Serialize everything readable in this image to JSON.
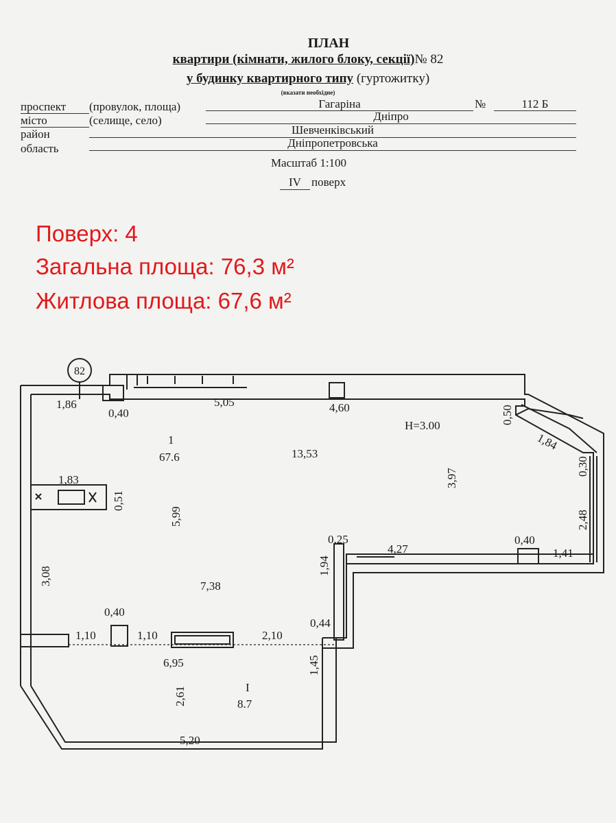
{
  "header": {
    "title": "ПЛАН",
    "line1_underlined": "квартири (кімнати, жилого блоку, секції)",
    "line1_number": "№ 82",
    "line2_underlined": "у будинку квартирного типу",
    "line2_rest": " (гуртожитку)",
    "note": "(вказати необхідне)"
  },
  "address": {
    "street_label": "проспект",
    "street_alt": "(провулок, площа)",
    "street_value": "Гагаріна",
    "number_label": "№",
    "number_value": "112 Б",
    "city_label": "місто",
    "city_alt": "(селище, село)",
    "city_value": "Дніпро",
    "district_label": "район",
    "district_value": "Шевченківський",
    "region_label": "область",
    "region_value": "Дніпропетровська",
    "scale": "Масштаб 1:100",
    "floor_roman": "IV",
    "floor_word": "поверх"
  },
  "overlay": {
    "floor": "Поверх: 4",
    "total_area": "Загальна площа: 76,3 м²",
    "living_area": "Житлова площа: 67,6 м²"
  },
  "plan": {
    "apartment_tag": "82",
    "ceiling": "H=3.00",
    "room1_number": "1",
    "room1_area": "67.6",
    "room2_number": "I",
    "room2_area": "8.7",
    "dims": {
      "d186": "1,86",
      "d040a": "0,40",
      "d505": "5,05",
      "d460": "4,60",
      "d050": "0,50",
      "d184": "1,84",
      "d030": "0,30",
      "d248": "2,48",
      "d141": "1,41",
      "d040b": "0,40",
      "d427": "4,27",
      "d025": "0,25",
      "d194": "1,94",
      "d1353": "13,53",
      "d397": "3,97",
      "d183": "1,83",
      "d051": "0,51",
      "d599": "5,99",
      "d308": "3,08",
      "d738": "7,38",
      "d040c": "0,40",
      "d110a": "1,10",
      "d110b": "1,10",
      "d210": "2,10",
      "d044": "0,44",
      "d695": "6,95",
      "d145": "1,45",
      "d261": "2,61",
      "d520": "5,20"
    }
  }
}
